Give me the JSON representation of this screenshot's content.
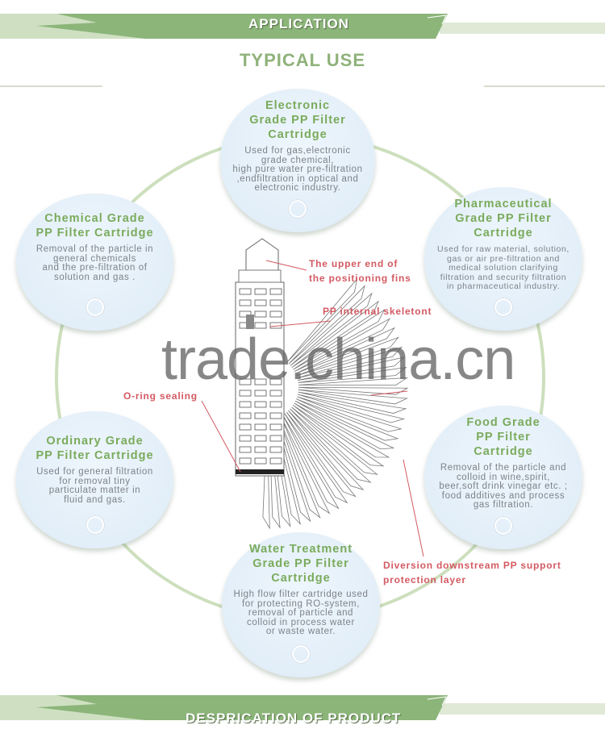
{
  "header": {
    "banner": "APPLICATION",
    "title": "TYPICAL USE"
  },
  "footer": {
    "banner": "DESPRICATION OF PRODUCT"
  },
  "colors": {
    "banner_green": "#8cb57a",
    "title_green": "#7aab5c",
    "label_red": "#d35a62",
    "desc_gray": "#7d8288"
  },
  "applications": [
    {
      "title": [
        "Electronic",
        "Grade PP Filter",
        "Cartridge"
      ],
      "desc": [
        "Used for gas,electronic",
        "grade chemical,",
        "high pure water pre-filtration",
        ",endfiltration in optical and",
        "electronic industry."
      ]
    },
    {
      "title": [
        "Chemical Grade",
        "PP Filter Cartridge"
      ],
      "desc": [
        "Removal of the particle in",
        "general chemicals",
        "and the pre-filtration of",
        "solution and gas ."
      ]
    },
    {
      "title": [
        "Pharmaceutical",
        "Grade PP Filter",
        "Cartridge"
      ],
      "desc": [
        "Used for raw material, solution,",
        "gas or air pre-filtration and",
        "medical solution clarifying",
        "filtration and security filtration",
        "in pharmaceutical industry."
      ]
    },
    {
      "title": [
        "Ordinary Grade",
        "PP Filter Cartridge"
      ],
      "desc": [
        "Used for general filtration",
        "for removal tiny",
        "particulate matter in",
        "fluid and gas."
      ]
    },
    {
      "title": [
        "Food Grade",
        "PP Filter",
        "Cartridge"
      ],
      "desc": [
        "Removal of the particle and",
        "colloid in wine,spirit,",
        "beer,soft drink vinegar etc. ;",
        "food additives and process",
        "gas filtration."
      ]
    },
    {
      "title": [
        "Water Treatment",
        "Grade PP Filter",
        "Cartridge"
      ],
      "desc": [
        "High flow filter cartridge used",
        "for protecting RO-system,",
        "removal of particle and",
        "colloid in process water",
        "or waste water."
      ]
    }
  ],
  "diagram_labels": {
    "upper_end": [
      "The upper end of",
      "the positioning fins"
    ],
    "skeleton": "PP internal skeletont",
    "oring": "O-ring sealing",
    "diversion": [
      "Diversion downstream PP support",
      "protection layer"
    ]
  },
  "watermark": "trade.china.cn"
}
